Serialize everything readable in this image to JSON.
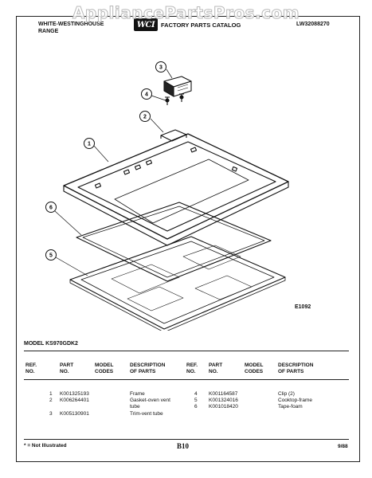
{
  "watermark": "AppliancePartsPros.com",
  "header": {
    "brand_line1": "WHITE-WESTINGHOUSE",
    "brand_line2": "RANGE",
    "logo_text": "WCI",
    "catalog": "FACTORY PARTS CATALOG",
    "doc_number": "LW32088270"
  },
  "diagram": {
    "callouts": [
      "1",
      "2",
      "3",
      "4",
      "5",
      "6"
    ],
    "code": "E1092"
  },
  "model_line": "MODEL KS970GDK2",
  "table": {
    "columns": [
      {
        "line1": "REF.",
        "line2": "NO."
      },
      {
        "line1": "PART",
        "line2": "NO."
      },
      {
        "line1": "MODEL",
        "line2": "CODES"
      },
      {
        "line1": "DESCRIPTION",
        "line2": "OF PARTS"
      }
    ],
    "left_rows": [
      {
        "ref": "1",
        "part": "K001325193",
        "desc": "Frame"
      },
      {
        "ref": "2",
        "part": "K006264401",
        "desc": "Gasket-oven vent"
      },
      {
        "ref": "",
        "part": "",
        "desc": "tube"
      },
      {
        "ref": "3",
        "part": "K005130901",
        "desc": "Trim-vent tube"
      }
    ],
    "right_rows": [
      {
        "ref": "4",
        "part": "K001164587",
        "desc": "Clip (2)"
      },
      {
        "ref": "5",
        "part": "K001324016",
        "desc": "Cooktop-frame"
      },
      {
        "ref": "6",
        "part": "K001018420",
        "desc": "Tape-foam"
      }
    ]
  },
  "footer": {
    "note": "* = Not Illustrated",
    "page": "B10",
    "date": "9/88"
  }
}
